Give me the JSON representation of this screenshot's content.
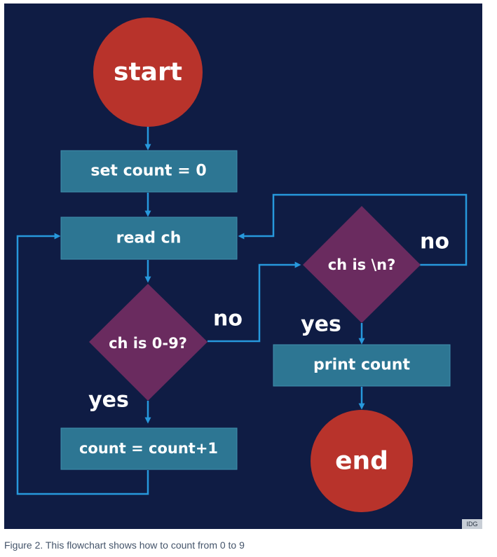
{
  "diagram": {
    "nodes": {
      "start": "start",
      "set_count": "set count = 0",
      "read_ch": "read ch",
      "is_digit": "ch is 0-9?",
      "increment": "count = count+1",
      "is_newline": "ch is \\n?",
      "print_count": "print count",
      "end": "end"
    },
    "branch_labels": {
      "digit_no": "no",
      "digit_yes": "yes",
      "newline_no": "no",
      "newline_yes": "yes"
    }
  },
  "credit": "IDG",
  "caption": "Figure 2. This flowchart shows how to count from 0 to 9",
  "colors": {
    "background": "#0f1c44",
    "terminal": "#b8332b",
    "process": "#2d7693",
    "decision": "#6a2b5f",
    "connector": "#2798dc"
  }
}
